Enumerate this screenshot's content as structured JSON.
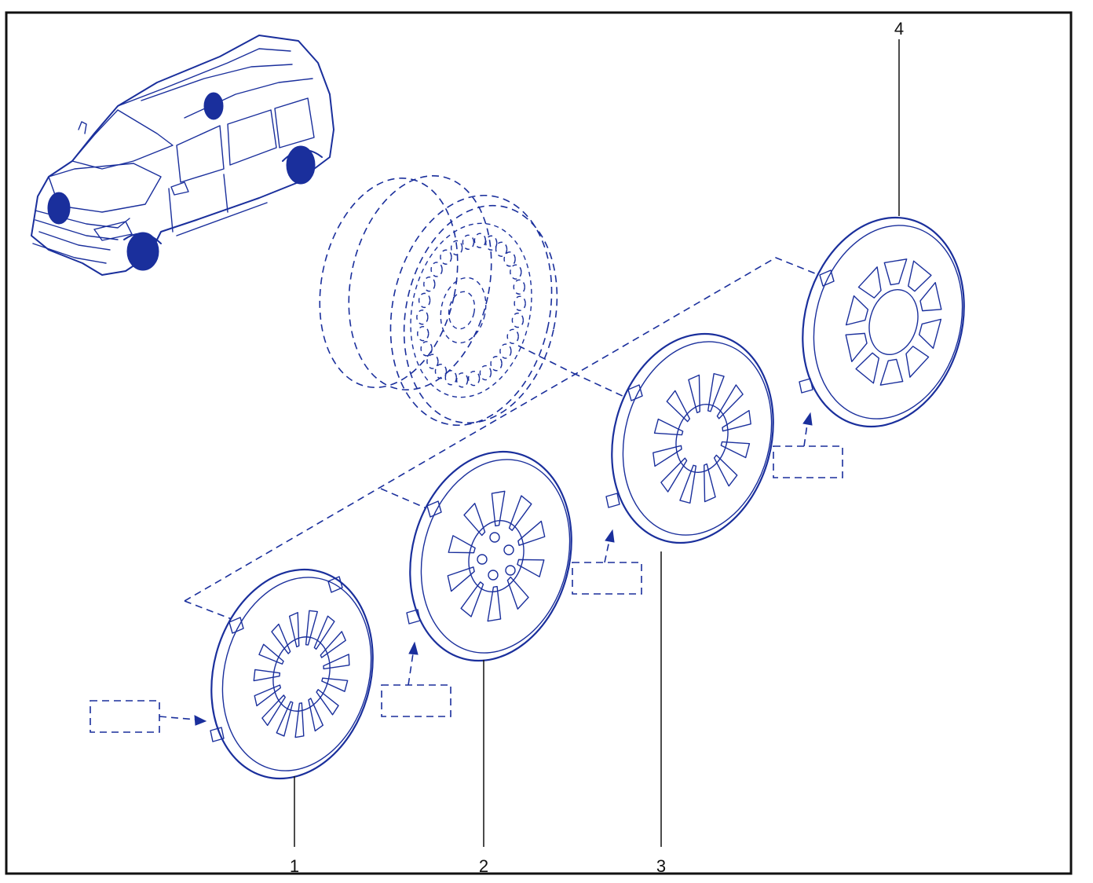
{
  "diagram": {
    "ink_color": "#1a2f9c",
    "frame_color": "#111111",
    "callouts": [
      {
        "id": "1",
        "label": "1"
      },
      {
        "id": "2",
        "label": "2"
      },
      {
        "id": "3",
        "label": "3"
      },
      {
        "id": "4",
        "label": "4"
      }
    ],
    "parts": [
      {
        "callout": "1",
        "icon": "hubcap-15-spoke-icon"
      },
      {
        "callout": "2",
        "icon": "hubcap-10-spoke-bolt-icon"
      },
      {
        "callout": "3",
        "icon": "hubcap-12-spoke-icon"
      },
      {
        "callout": "4",
        "icon": "hubcap-5-double-spoke-icon"
      }
    ],
    "reference": {
      "icon": "steel-wheel-dashed-icon"
    },
    "vehicle": {
      "icon": "minivan-location-icon"
    }
  }
}
